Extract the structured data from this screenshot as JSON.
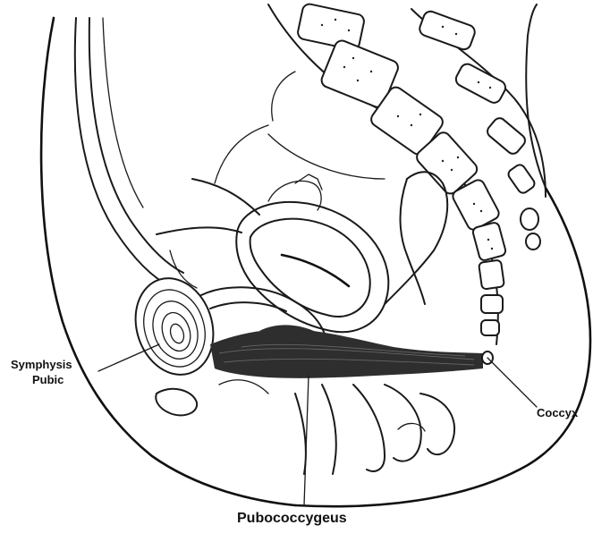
{
  "labels": {
    "symphysis": "Symphysis",
    "pubic": "Pubic",
    "coccyx": "Coccyx",
    "pubococcygeus": "Pubococcygeus"
  },
  "colors": {
    "ink": "#1a1a1a",
    "muscle": "#2e2e2e",
    "background": "#ffffff"
  }
}
